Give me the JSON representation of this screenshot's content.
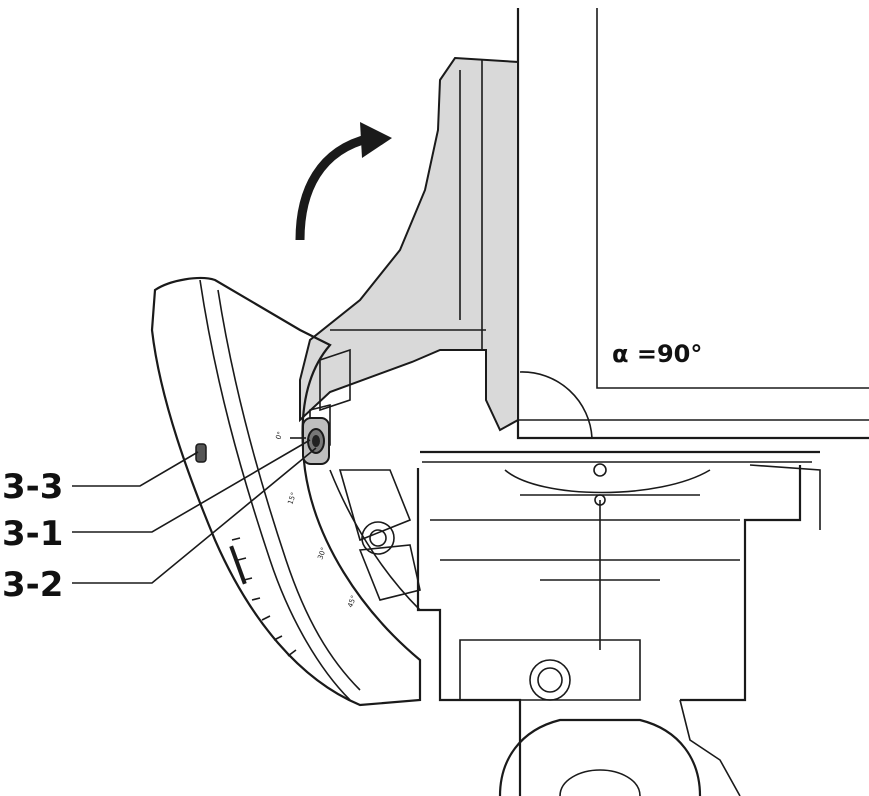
{
  "figure": {
    "angle_label": "α =90°",
    "callouts": [
      {
        "id": "3-3",
        "label": "3-3"
      },
      {
        "id": "3-1",
        "label": "3-1"
      },
      {
        "id": "3-2",
        "label": "3-2"
      }
    ],
    "bevel_scale_marks": [
      "0°",
      "15°",
      "30°",
      "45°"
    ],
    "colors": {
      "line": "#1a1a1a",
      "blade_housing_fill": "#d9d9d9",
      "background": "#ffffff"
    },
    "icons": [
      "rotation-arrow-icon",
      "bevel-lock-knob-icon"
    ]
  }
}
